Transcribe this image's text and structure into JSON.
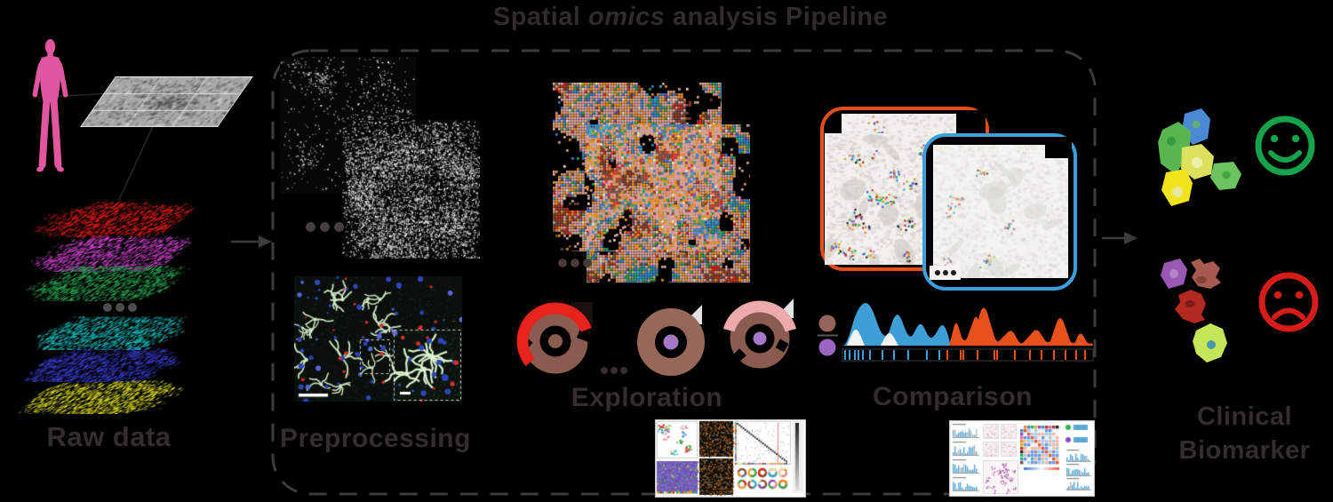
{
  "title": {
    "part1": "Spatial ",
    "part2_italic": "omics",
    "part3": " analysis Pipeline"
  },
  "stages": {
    "raw_data": {
      "label": "Raw data"
    },
    "preprocessing": {
      "label": "Preprocessing"
    },
    "exploration": {
      "label": "Exploration"
    },
    "comparison": {
      "label": "Comparison"
    },
    "clinical_biomarker": {
      "label_line1": "Clinical",
      "label_line2": "Biomarker"
    }
  },
  "colors": {
    "background": "#000000",
    "label_gray": "#322d2e",
    "pipeline_border_gray": "#3c3c3c",
    "figure_pink": "#e0569f",
    "channel_colors": [
      "#d61c1c",
      "#c944c9",
      "#2aa455",
      "#17b3b3",
      "#3a3ecb",
      "#d6d61a"
    ],
    "donut_brown": "#8a5c50",
    "donut_brown_light": "#96685a",
    "donut_red": "#e8231c",
    "donut_pink_arc": "#ecaaac",
    "donut_purple": "#a678c8",
    "comparison_box_orange": "#e84e1a",
    "comparison_box_blue": "#3aa0dc",
    "density_blue": "#3d9fd6",
    "density_orange": "#e8501c",
    "ratio_brown": "#96635a",
    "ratio_purple": "#9a66c2",
    "happy_green": "#14a24a",
    "sad_red": "#d41d18",
    "mosaic_palette": [
      "#dba49e",
      "#e5932b",
      "#3d85c8",
      "#35a352",
      "#7a4a3c",
      "#d92b23",
      "#efe3c0",
      "#29b8c8",
      "#7a55b0"
    ]
  }
}
